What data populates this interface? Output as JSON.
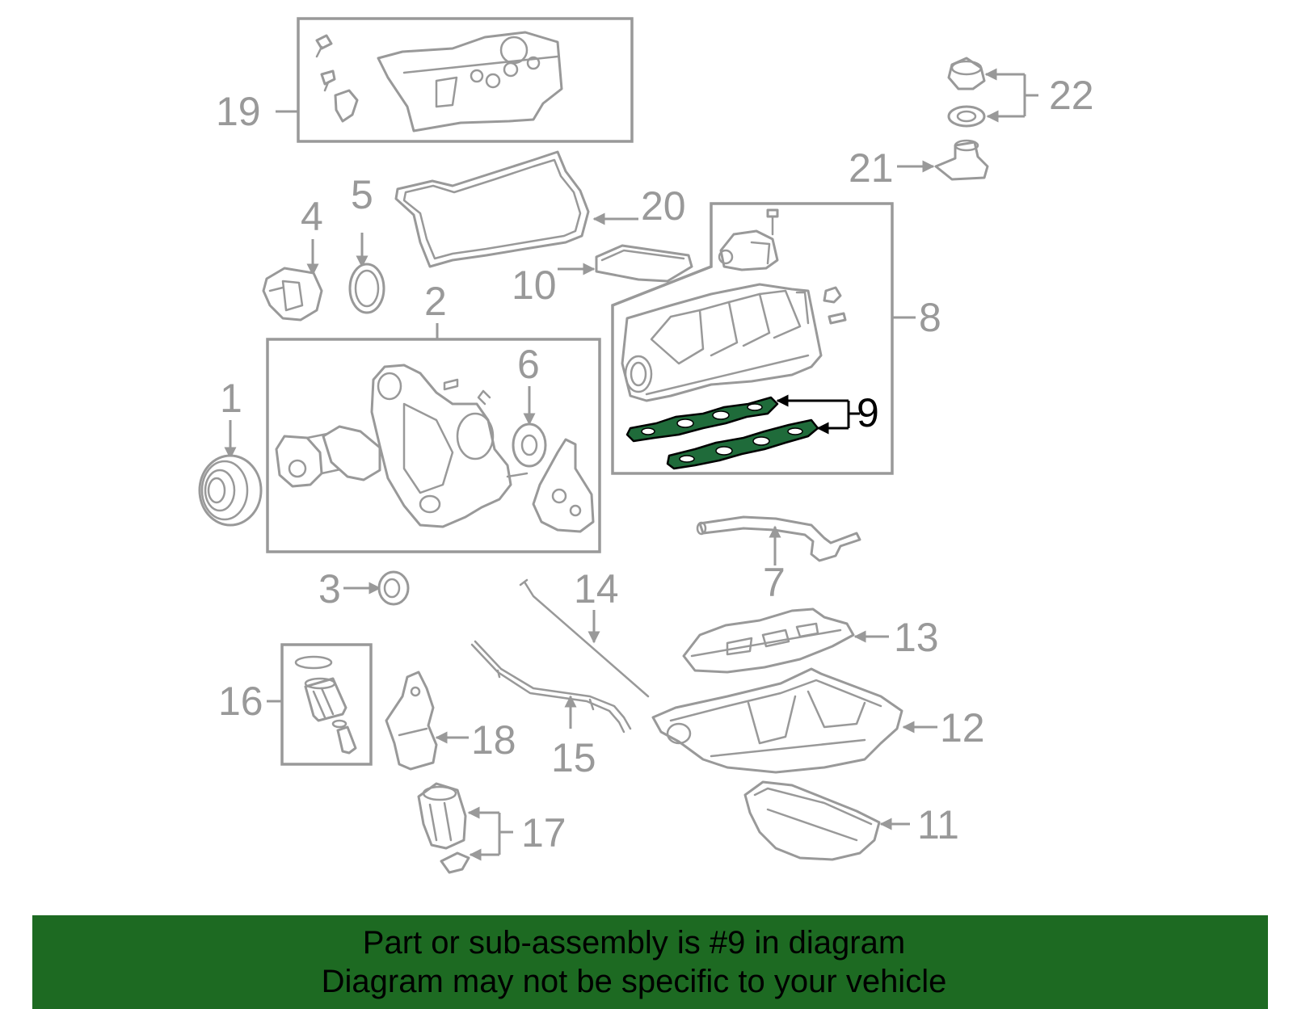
{
  "diagram": {
    "highlight_color": "#1d6a22",
    "labels": {
      "p1": "1",
      "p2": "2",
      "p3": "3",
      "p4": "4",
      "p5": "5",
      "p6": "6",
      "p7": "7",
      "p8": "8",
      "p9": "9",
      "p10": "10",
      "p11": "11",
      "p12": "12",
      "p13": "13",
      "p14": "14",
      "p15": "15",
      "p16": "16",
      "p17": "17",
      "p18": "18",
      "p19": "19",
      "p20": "20",
      "p21": "21",
      "p22": "22"
    }
  },
  "banner": {
    "line1": "Part or sub-assembly is #9 in diagram",
    "line2": "Diagram may not be specific to your vehicle",
    "background": "#1d6a22"
  }
}
